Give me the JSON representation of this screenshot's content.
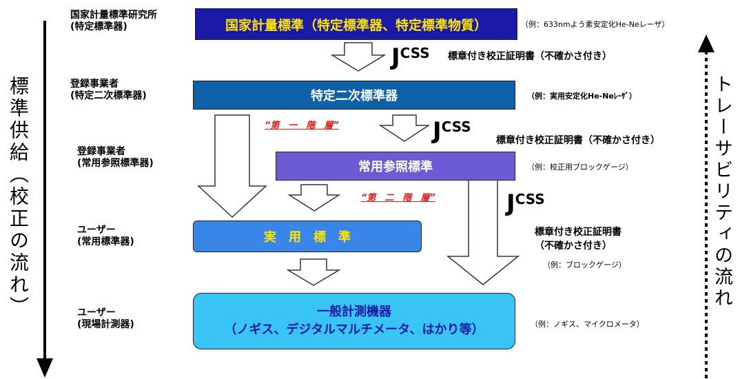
{
  "left_flow_label": "標準供給（校正の流れ）",
  "right_flow_label": "トレーサビリティの流れ",
  "levels": {
    "national": {
      "org": "国家計量標準研究所\n(特定標準器)",
      "box": "国家計量標準（特定標準器、特定標準物質）",
      "example": "（例：633nmよう素安定化He-Neレーザ）"
    },
    "secondary": {
      "org": "登録事業者\n(特定二次標準器)",
      "box": "特定二次標準器",
      "example": "（例：実用安定化He-Neﾚｰｻﾞ）"
    },
    "reference": {
      "org": "登録事業者\n(常用参照標準器)",
      "box": "常用参照標準",
      "example": "（例：校正用ブロックゲージ）"
    },
    "working": {
      "org": "ユーザー\n(常用標準器)",
      "box": "実　用　標　準",
      "example": "（例：ブロックゲージ）"
    },
    "general": {
      "org": "ユーザー\n(現場計測器)",
      "box_line1": "一般計測機器",
      "box_line2": "（ノギス、デジタルマルチメータ、はかり等）",
      "example": "（例：ノギス、マイクロメータ）"
    }
  },
  "certificates": {
    "c1": "標章付き校正証明書（不確かさ付き）",
    "c2": "標章付き校正証明書（不確かさ付き）",
    "c3": "標章付き校正証明書\n（不確かさ付き）"
  },
  "tiers": {
    "first": "“第　一　階　層”",
    "second": "“第　二　階　層”"
  },
  "jcss": {
    "j": "J",
    "css": "CSS"
  },
  "colors": {
    "national": "#1a1aa6",
    "secondary": "#1060a8",
    "reference": "#6b5cd6",
    "working": "#3a86e8",
    "general": "#38c4f4",
    "gold": "#ffe600"
  }
}
